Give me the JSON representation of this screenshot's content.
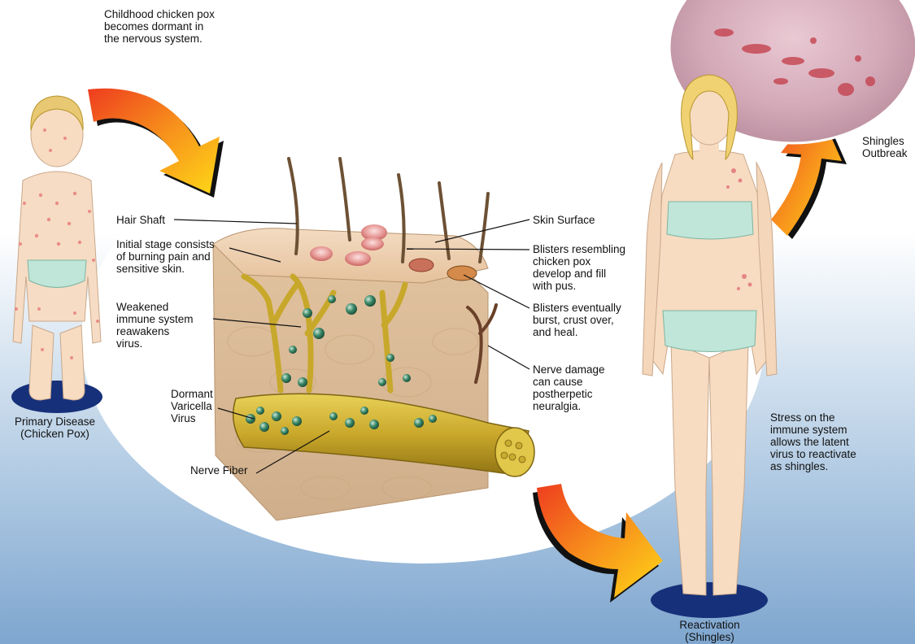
{
  "captions": {
    "dormant": "Childhood chicken pox\nbecomes dormant in\nthe nervous system.",
    "stress": "Stress on the\nimmune system\nallows the latent\nvirus to reactivate\nas shingles."
  },
  "labels": {
    "hair_shaft": "Hair Shaft",
    "initial_stage": "Initial stage consists\nof burning pain and\nsensitive skin.",
    "weakened_immune": "Weakened\nimmune system\nreawakens\nvirus.",
    "dormant_virus": "Dormant\nVaricella\nVirus",
    "nerve_fiber": "Nerve Fiber",
    "skin_surface": "Skin Surface",
    "blisters_develop": "Blisters resembling\nchicken pox\ndevelop and fill\nwith pus.",
    "blisters_burst": "Blisters eventually\nburst, crust over,\nand heal.",
    "nerve_damage": "Nerve damage\ncan cause\npostherpetic\nneuralgia.",
    "primary_disease": "Primary Disease\n(Chicken Pox)",
    "shingles_outbreak": "Shingles\nOutbreak",
    "reactivation": "Reactivation\n(Shingles)"
  },
  "colors": {
    "arrow_start": "#ee3c1e",
    "arrow_end": "#ffd817",
    "background_bottom": "#7ea6cf",
    "pedestal": "#16307a",
    "nerve": "#c9a72a",
    "virus": "#3d8a6a"
  }
}
